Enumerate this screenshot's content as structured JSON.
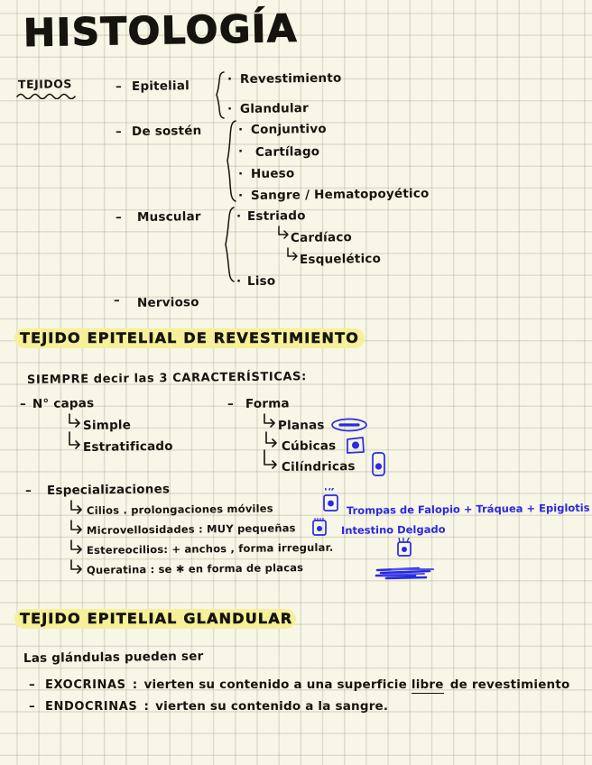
{
  "page": {
    "background_color": "#f7f6e7",
    "grid_color": "#a09b82",
    "ink_color": "#15140f",
    "blue_ink_color": "#2a2ae0",
    "highlight_color": "#f6f09a"
  },
  "title": "HISTOLOGÍA",
  "tissues": {
    "label": "TEJIDOS",
    "groups": [
      {
        "name": "Epitelial",
        "dash": "–",
        "items": [
          "Revestimiento",
          "Glandular"
        ]
      },
      {
        "name": "De sostén",
        "dash": "–",
        "items": [
          "Conjuntivo",
          "Cartílago",
          "Hueso",
          "Sangre / Hematopoyético"
        ]
      },
      {
        "name": "Muscular",
        "dash": "–",
        "items": [
          "Estriado",
          "Liso"
        ],
        "sub": [
          "Cardíaco",
          "Esquelético"
        ]
      },
      {
        "name": "Nervioso",
        "dash": "–",
        "items": []
      }
    ]
  },
  "section_revestimiento": {
    "heading": "TEJIDO  EPITELIAL  DE  REVESTIMIENTO",
    "intro": "SIEMPRE   decir   las   3   CARACTERÍSTICAS:",
    "col_left": {
      "title": "N° capas",
      "dash": "–",
      "items": [
        "Simple",
        "Estratificado"
      ]
    },
    "col_right": {
      "title": "Forma",
      "dash": "–",
      "items": [
        {
          "label": "Planas",
          "icon": "squamous-cell-icon"
        },
        {
          "label": "Cúbicas",
          "icon": "cuboidal-cell-icon"
        },
        {
          "label": "Cilíndricas",
          "icon": "columnar-cell-icon"
        }
      ]
    },
    "specializations": {
      "title": "Especializaciones",
      "dash": "–",
      "items": [
        {
          "text": "Cilios . prolongaciones  móviles",
          "icon": "ciliated-cell-icon",
          "note": "Trompas de Falopio + Tráquea + Epiglotis"
        },
        {
          "text": "Microvellosidades : MUY  pequeñas",
          "icon": "microvilli-cell-icon",
          "note": "Intestino Delgado"
        },
        {
          "text": "Estereocilios: + anchos , forma irregular.",
          "icon": "stereocilia-cell-icon",
          "note": ""
        },
        {
          "text": "Queratina : se ✱ en forma de placas",
          "icon": "keratin-plaques-icon",
          "note": ""
        }
      ]
    }
  },
  "section_glandular": {
    "heading": "TEJIDO  EPITELIAL  GLANDULAR",
    "intro": "Las   glándulas   pueden   ser",
    "items": [
      {
        "dash": "–",
        "term": "EXOCRINAS",
        "sep": ":",
        "text_before": " vierten  su  contenido  a  una  superficie ",
        "underlined": "libre",
        "text_after": " de  revestimiento"
      },
      {
        "dash": "–",
        "term": "ENDOCRINAS",
        "sep": ":",
        "text_before": " vierten  su  contenido  a  la  sangre.",
        "underlined": "",
        "text_after": ""
      }
    ]
  }
}
